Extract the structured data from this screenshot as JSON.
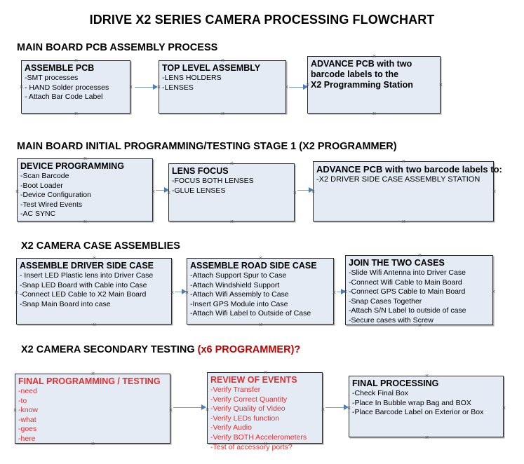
{
  "document": {
    "title": "IDRIVE X2  SERIES CAMERA PROCESSING FLOWCHART"
  },
  "sections": [
    {
      "id": "main-board-pcb-assembly",
      "heading": "MAIN BOARD PCB ASSEMBLY PROCESS",
      "heading_accent": ""
    },
    {
      "id": "main-board-initial-programming",
      "heading": "MAIN BOARD INITIAL PROGRAMMING/TESTING STAGE 1 (X2 PROGRAMMER)",
      "heading_accent": ""
    },
    {
      "id": "x2-camera-case-assemblies",
      "heading": "X2 CAMERA CASE ASSEMBLIES",
      "heading_accent": ""
    },
    {
      "id": "x2-camera-secondary-testing",
      "heading": "X2 CAMERA SECONDARY TESTING ",
      "heading_accent": "(x6 PROGRAMMER)?"
    }
  ],
  "nodes": {
    "assemble_pcb": {
      "title": "ASSEMBLE PCB",
      "lines": [
        " -SMT processes",
        "- HAND Solder processes",
        "- Attach Bar Code Label"
      ]
    },
    "top_level_assembly": {
      "title": "TOP LEVEL ASSEMBLY",
      "lines": [
        "-LENS HOLDERS",
        "-LENSES"
      ]
    },
    "advance_pcb_x2_station": {
      "title": "ADVANCE PCB with two",
      "lines": [
        "barcode labels to the",
        " X2 Programming Station"
      ]
    },
    "device_programming": {
      "title": "DEVICE PROGRAMMING",
      "lines": [
        "-Scan Barcode",
        "-Boot Loader",
        "-Device Configuration",
        "-Test Wired Events",
        "-AC SYNC"
      ]
    },
    "lens_focus": {
      "title": "LENS FOCUS",
      "lines": [
        "-FOCUS BOTH LENSES",
        "-GLUE LENSES"
      ]
    },
    "advance_pcb_driver_side": {
      "title": "ADVANCE PCB with two barcode labels to:",
      "lines": [
        "-X2 DRIVER  SIDE  CASE  ASSEMBLY STATION"
      ]
    },
    "assemble_driver_side_case": {
      "title": "ASSEMBLE DRIVER SIDE CASE",
      "lines": [
        "- Insert LED Plastic lens into Driver Case",
        "-Snap LED Board with Cable into Case",
        "-Connect LED Cable to X2 Main Board",
        "-Snap Main Board into case"
      ]
    },
    "assemble_road_side_case": {
      "title": "ASSEMBLE ROAD SIDE CASE",
      "lines": [
        "-Attach Support Spur to Case",
        "-Attach Windshield Support",
        "-Attach Wifi Assembly to Case",
        "-Insert GPS Module into Case",
        "-Attach Wifi Label to Outside of Case"
      ]
    },
    "join_the_two_cases": {
      "title": "JOIN THE TWO CASES",
      "lines": [
        "-Slide Wifi Antenna into Driver Case",
        "-Connect Wifi Cable to Main Board",
        "-Connect GPS Cable to Main Board",
        "-Snap Cases Together",
        "-Attach S/N Label to outside of case",
        "-Secure cases with Screw"
      ]
    },
    "final_programming_testing": {
      "title": "FINAL PROGRAMMING / TESTING",
      "lines": [
        "-need",
        "-to",
        "-know",
        "-what",
        "-goes",
        "-here"
      ]
    },
    "review_of_events": {
      "title": "REVIEW OF EVENTS",
      "lines": [
        "-Verify Transfer",
        "-Verify Correct Quantity",
        "-Verify Quality of Video",
        "-Verify LEDs function",
        "-Verify Audio",
        "-Verify BOTH Accelerometers",
        "-Test of accessory ports?"
      ]
    },
    "final_processing": {
      "title": "FINAL PROCESSING",
      "lines": [
        " -Check Final Box",
        "-Place In Bubble wrap Bag and BOX",
        "-Place Barcode Label on Exterior or Box"
      ]
    }
  },
  "colors": {
    "node_fill": "#e4ebf5",
    "node_border": "#2b2b2b",
    "connector": "#7f9dbb",
    "arrow": "#4a7ebb",
    "accent_red": "#c00000",
    "red_text": "#e03030"
  }
}
